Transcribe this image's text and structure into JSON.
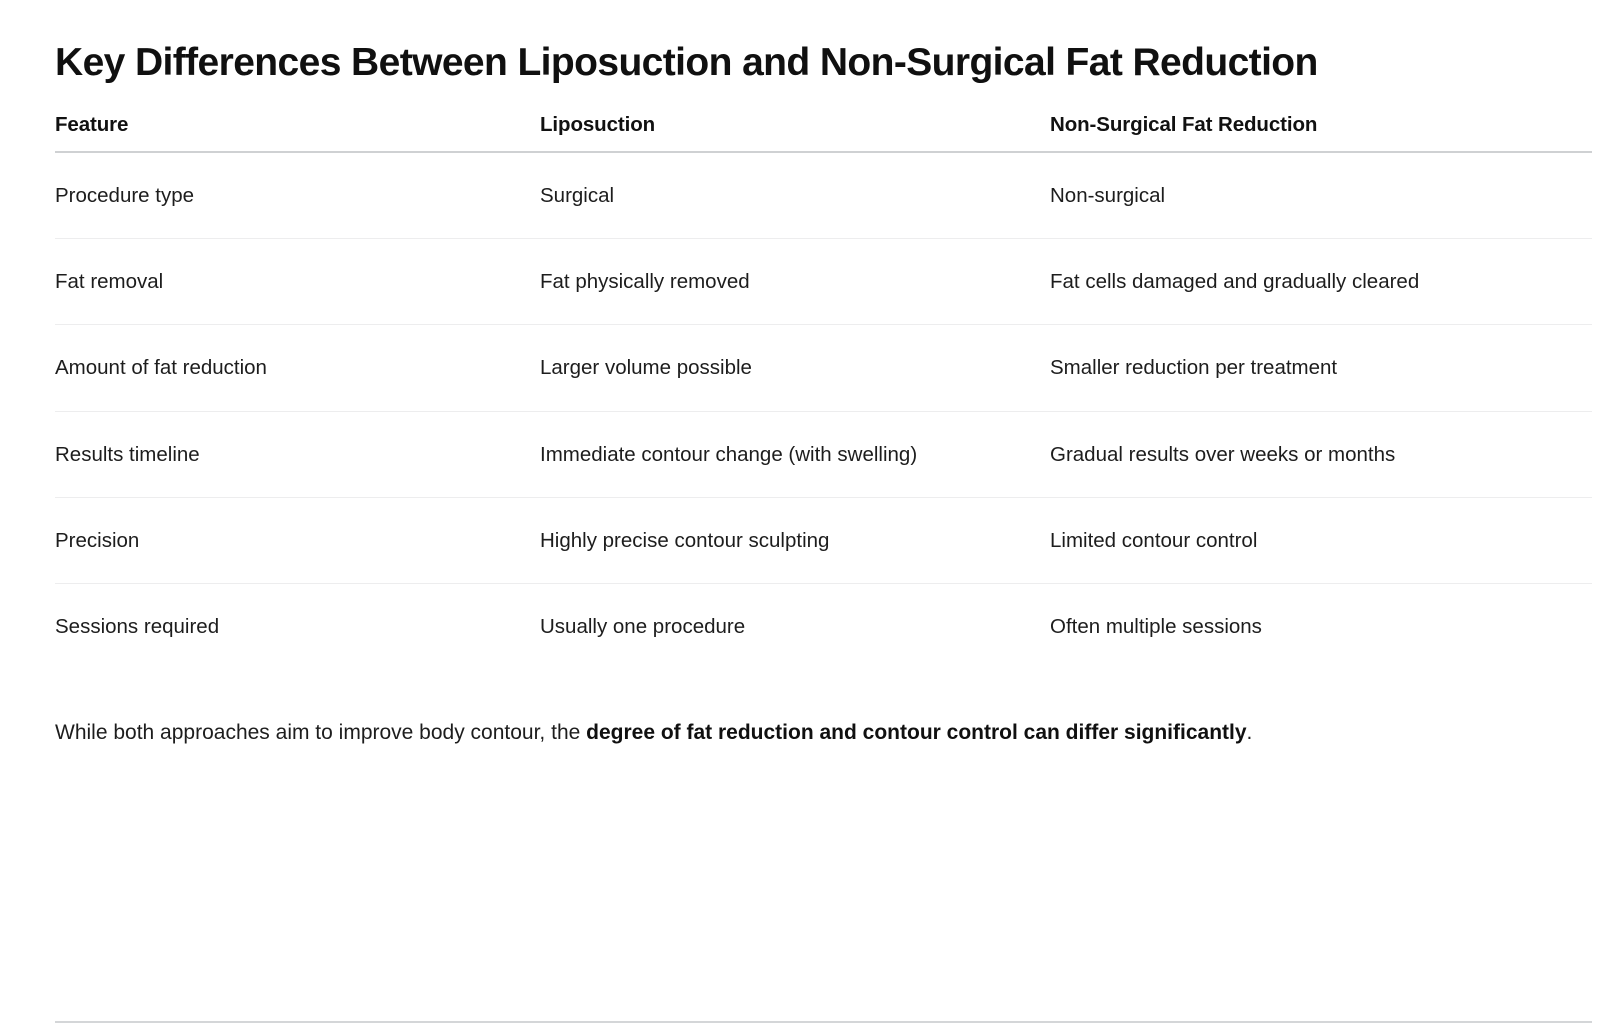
{
  "document": {
    "title": "Key Differences Between Liposuction and Non-Surgical Fat Reduction"
  },
  "table": {
    "columns": [
      "Feature",
      "Liposuction",
      "Non-Surgical Fat Reduction"
    ],
    "rows": [
      {
        "feature": "Procedure type",
        "liposuction": "Surgical",
        "non_surgical": "Non-surgical"
      },
      {
        "feature": "Fat removal",
        "liposuction": "Fat physically removed",
        "non_surgical": "Fat cells damaged and gradually cleared"
      },
      {
        "feature": "Amount of fat reduction",
        "liposuction": "Larger volume possible",
        "non_surgical": "Smaller reduction per treatment"
      },
      {
        "feature": "Results timeline",
        "liposuction": "Immediate contour change (with swelling)",
        "non_surgical": "Gradual results over weeks or months"
      },
      {
        "feature": "Precision",
        "liposuction": "Highly precise contour sculpting",
        "non_surgical": "Limited contour control"
      },
      {
        "feature": "Sessions required",
        "liposuction": "Usually one procedure",
        "non_surgical": "Often multiple sessions"
      }
    ]
  },
  "closing_paragraph": {
    "lead_text": "While both approaches aim to improve body contour, the ",
    "emphasis_text": "degree of fat reduction and contour control can differ significantly",
    "trailing_text": "."
  },
  "colors": {
    "background": "#ffffff",
    "body_text": "#1d1d1d",
    "heading_text": "#101010",
    "header_rule": "#cfd1d3",
    "row_rule": "#ededee",
    "bottom_rule": "#d4d6d8"
  }
}
